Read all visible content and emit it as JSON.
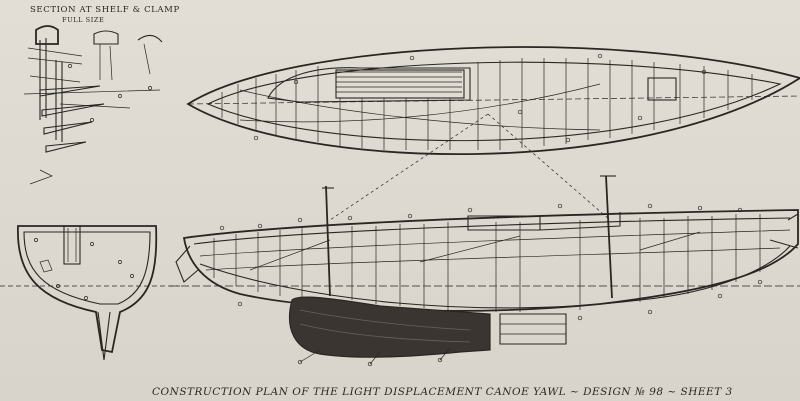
{
  "drawing": {
    "section_title": "SECTION AT SHELF & CLAMP",
    "section_scale": "FULL SIZE",
    "caption": "CONSTRUCTION PLAN OF THE LIGHT DISPLACEMENT CANOE YAWL ~ DESIGN № 98 ~ SHEET 3"
  },
  "colors": {
    "ink": "#2a2622",
    "paper": "#dcd8cf",
    "ballast": "#3a3530"
  }
}
